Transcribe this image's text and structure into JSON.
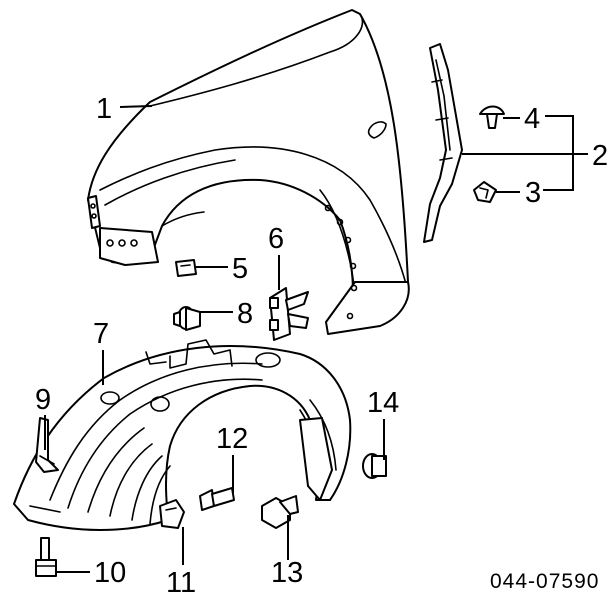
{
  "diagram": {
    "callouts": [
      {
        "id": "1",
        "label": "1"
      },
      {
        "id": "2",
        "label": "2"
      },
      {
        "id": "3",
        "label": "3"
      },
      {
        "id": "4",
        "label": "4"
      },
      {
        "id": "5",
        "label": "5"
      },
      {
        "id": "6",
        "label": "6"
      },
      {
        "id": "7",
        "label": "7"
      },
      {
        "id": "8",
        "label": "8"
      },
      {
        "id": "9",
        "label": "9"
      },
      {
        "id": "10",
        "label": "10"
      },
      {
        "id": "11",
        "label": "11"
      },
      {
        "id": "12",
        "label": "12"
      },
      {
        "id": "13",
        "label": "13"
      },
      {
        "id": "14",
        "label": "14"
      }
    ],
    "catalog_number": "044-07590"
  }
}
